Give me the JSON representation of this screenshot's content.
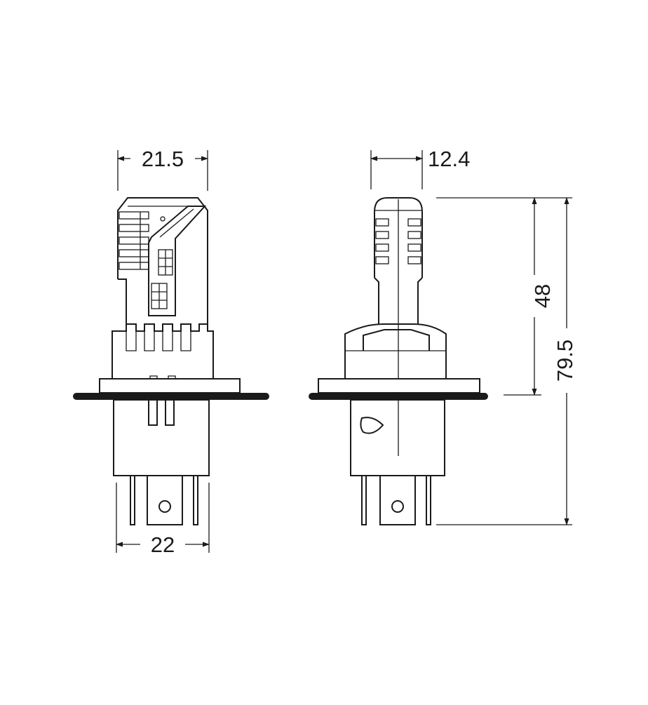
{
  "dimensions": {
    "front_width_top": "21.5",
    "side_width_top": "12.4",
    "front_width_bottom": "22",
    "height_upper": "48",
    "height_total": "79.5"
  }
}
